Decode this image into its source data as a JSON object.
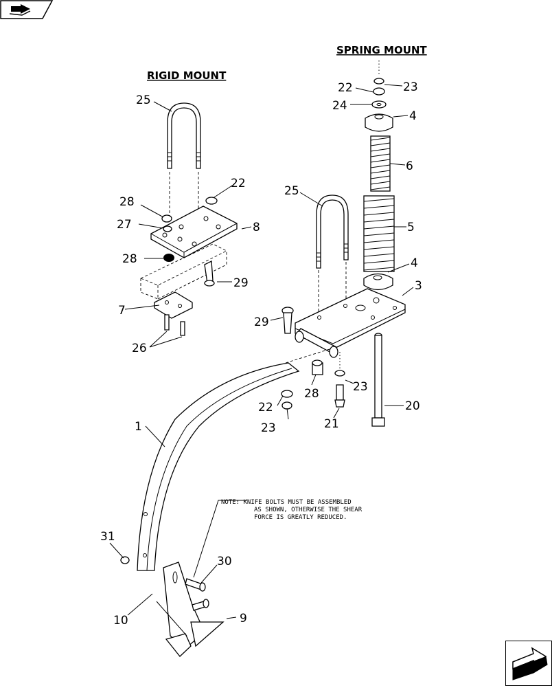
{
  "titles": {
    "rigid_mount": "RIGID MOUNT",
    "spring_mount": "SPRING MOUNT"
  },
  "note": {
    "line1": "NOTE: KNIFE BOLTS MUST BE ASSEMBLED",
    "line2": "AS SHOWN, OTHERWISE THE SHEAR",
    "line3": "FORCE IS GREATLY REDUCED."
  },
  "callouts": {
    "c25a": "25",
    "c28a": "28",
    "c22a": "22",
    "c27": "27",
    "c8": "8",
    "c28b": "28",
    "c29a": "29",
    "c7": "7",
    "c26": "26",
    "c22b": "22",
    "c23a": "23",
    "c24": "24",
    "c4a": "4",
    "c6": "6",
    "c25b": "25",
    "c5": "5",
    "c4b": "4",
    "c3": "3",
    "c29b": "29",
    "c28c": "28",
    "c23b": "23",
    "c22c": "22",
    "c23c": "23",
    "c21": "21",
    "c20": "20",
    "c1": "1",
    "c31": "31",
    "c30": "30",
    "c10": "10",
    "c9": "9"
  },
  "icons": {
    "top_left": "book-arrow-icon",
    "bottom_right": "next-page-arrow-icon"
  }
}
